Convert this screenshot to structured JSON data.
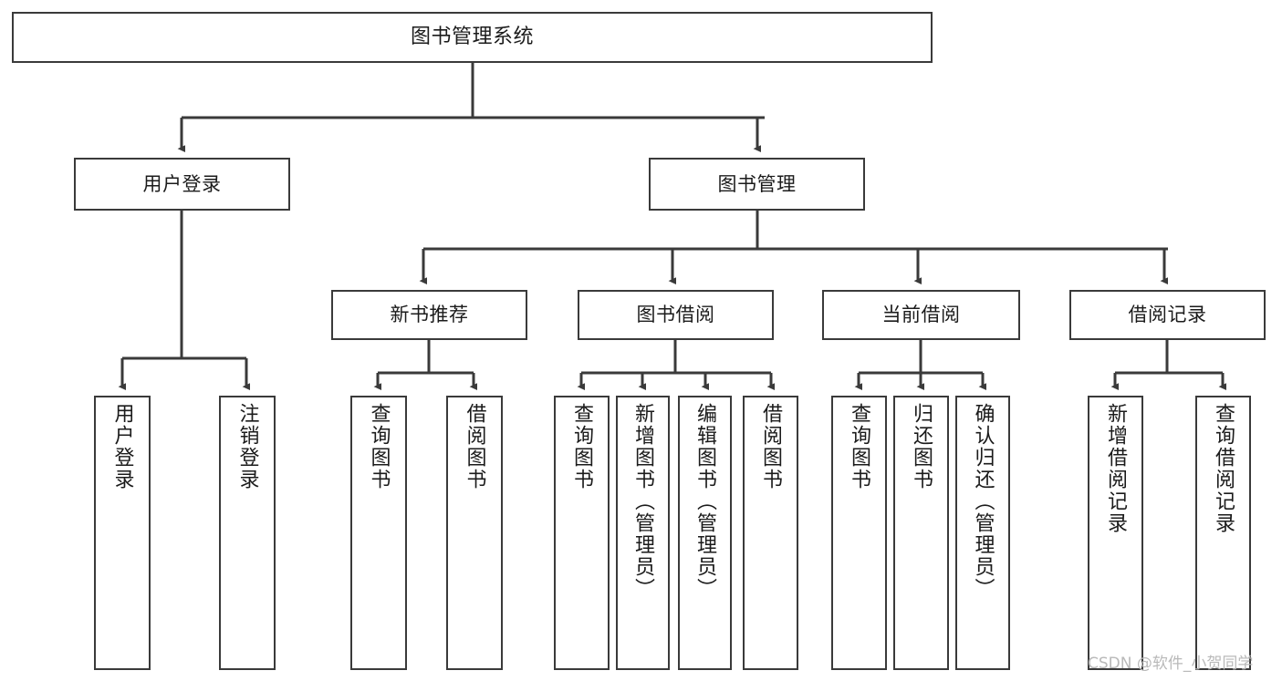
{
  "diagram": {
    "title": "图书管理系统",
    "type": "tree-hierarchy-chart",
    "colors": {
      "background": "#ffffff",
      "stroke": "#3a3a3a",
      "text": "#1b1b1b",
      "watermark": "#b9b9b9"
    },
    "nodes": {
      "root": {
        "label": "图书管理系统"
      },
      "level1": [
        {
          "label": "用户登录"
        },
        {
          "label": "图书管理"
        }
      ],
      "level2": [
        {
          "label": "新书推荐"
        },
        {
          "label": "图书借阅"
        },
        {
          "label": "当前借阅"
        },
        {
          "label": "借阅记录"
        }
      ],
      "leaves": {
        "user_login": [
          {
            "label": "用户登录"
          },
          {
            "label": "注销登录"
          }
        ],
        "new_book_recommend": [
          {
            "label": "查询图书"
          },
          {
            "label": "借阅图书"
          }
        ],
        "book_borrow": [
          {
            "label": "查询图书"
          },
          {
            "label": "新增图书（管理员）"
          },
          {
            "label": "编辑图书（管理员）"
          },
          {
            "label": "借阅图书"
          }
        ],
        "current_borrow": [
          {
            "label": "查询图书"
          },
          {
            "label": "归还图书"
          },
          {
            "label": "确认归还（管理员）"
          }
        ],
        "borrow_record": [
          {
            "label": "新增借阅记录"
          },
          {
            "label": "查询借阅记录"
          }
        ]
      }
    },
    "watermark": "CSDN @软件_小贺同学"
  }
}
